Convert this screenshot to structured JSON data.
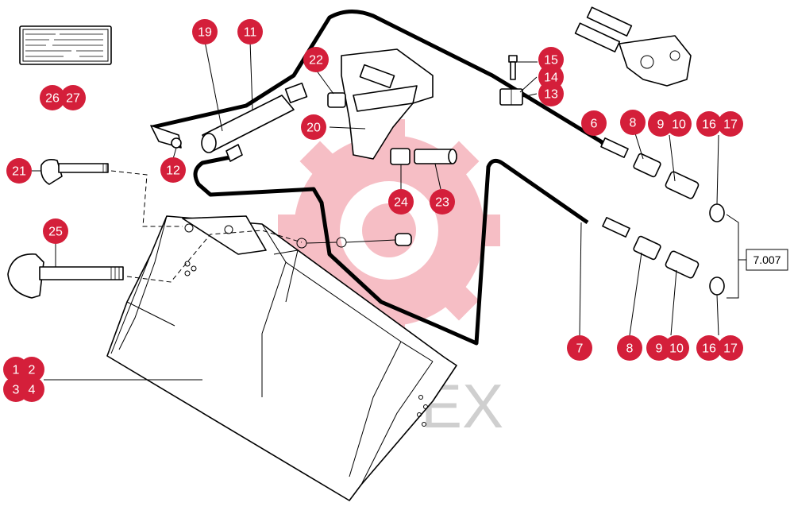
{
  "watermark": {
    "text": "ИНТЕХ",
    "logo_color": "#f08a96"
  },
  "colors": {
    "callout": "#d41f3a"
  },
  "reference": {
    "label": "7.007"
  },
  "callouts": [
    {
      "id": "c19",
      "label": "19"
    },
    {
      "id": "c11",
      "label": "11"
    },
    {
      "id": "c22",
      "label": "22"
    },
    {
      "id": "c20",
      "label": "20"
    },
    {
      "id": "c15",
      "label": "15"
    },
    {
      "id": "c14",
      "label": "14"
    },
    {
      "id": "c13",
      "label": "13"
    },
    {
      "id": "c6",
      "label": "6"
    },
    {
      "id": "c8a",
      "label": "8"
    },
    {
      "id": "c9a",
      "label": "9"
    },
    {
      "id": "c10a",
      "label": "10"
    },
    {
      "id": "c16a",
      "label": "16"
    },
    {
      "id": "c17a",
      "label": "17"
    },
    {
      "id": "c26",
      "label": "26"
    },
    {
      "id": "c27",
      "label": "27"
    },
    {
      "id": "c21",
      "label": "21"
    },
    {
      "id": "c12",
      "label": "12"
    },
    {
      "id": "c24",
      "label": "24"
    },
    {
      "id": "c23",
      "label": "23"
    },
    {
      "id": "c25",
      "label": "25"
    },
    {
      "id": "c7",
      "label": "7"
    },
    {
      "id": "c8b",
      "label": "8"
    },
    {
      "id": "c9b",
      "label": "9"
    },
    {
      "id": "c10b",
      "label": "10"
    },
    {
      "id": "c16b",
      "label": "16"
    },
    {
      "id": "c17b",
      "label": "17"
    },
    {
      "id": "c1",
      "label": "1"
    },
    {
      "id": "c2",
      "label": "2"
    },
    {
      "id": "c3",
      "label": "3"
    },
    {
      "id": "c4",
      "label": "4"
    }
  ]
}
